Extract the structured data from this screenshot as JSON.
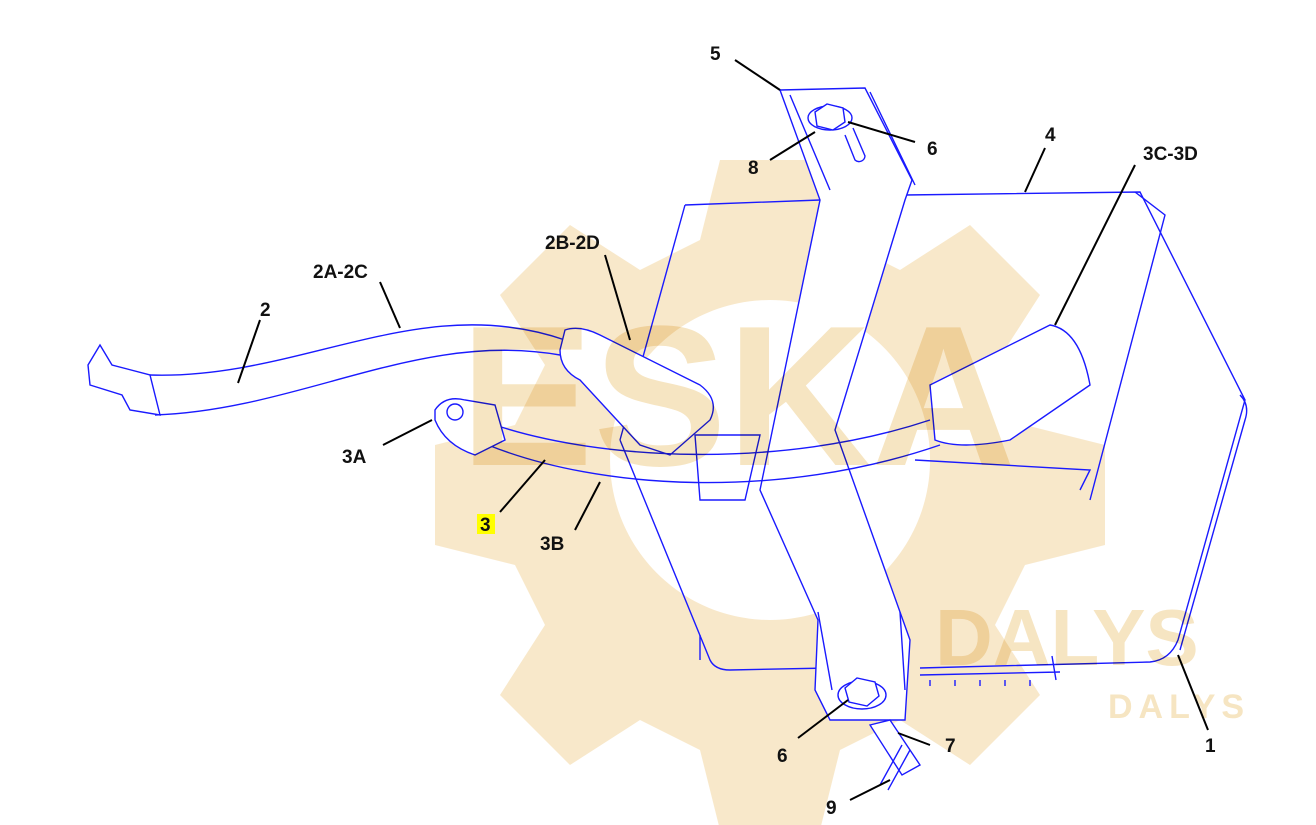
{
  "diagram": {
    "watermark": {
      "line1": "ESKA",
      "line2": "DALYS",
      "line3": "DALYS"
    },
    "callouts": [
      {
        "id": "c5",
        "text": "5"
      },
      {
        "id": "c6a",
        "text": "6"
      },
      {
        "id": "c8",
        "text": "8"
      },
      {
        "id": "c4",
        "text": "4"
      },
      {
        "id": "c3c3d",
        "text": "3C-3D"
      },
      {
        "id": "c2b2d",
        "text": "2B-2D"
      },
      {
        "id": "c2a2c",
        "text": "2A-2C"
      },
      {
        "id": "c2",
        "text": "2"
      },
      {
        "id": "c3a",
        "text": "3A"
      },
      {
        "id": "c3",
        "text": "3",
        "highlighted": true
      },
      {
        "id": "c3b",
        "text": "3B"
      },
      {
        "id": "c6b",
        "text": "6"
      },
      {
        "id": "c7",
        "text": "7"
      },
      {
        "id": "c9",
        "text": "9"
      },
      {
        "id": "c1",
        "text": "1"
      }
    ],
    "colors": {
      "line": "#1a1aff",
      "highlight": "#ffff00",
      "watermark": "#f5deb3"
    }
  }
}
